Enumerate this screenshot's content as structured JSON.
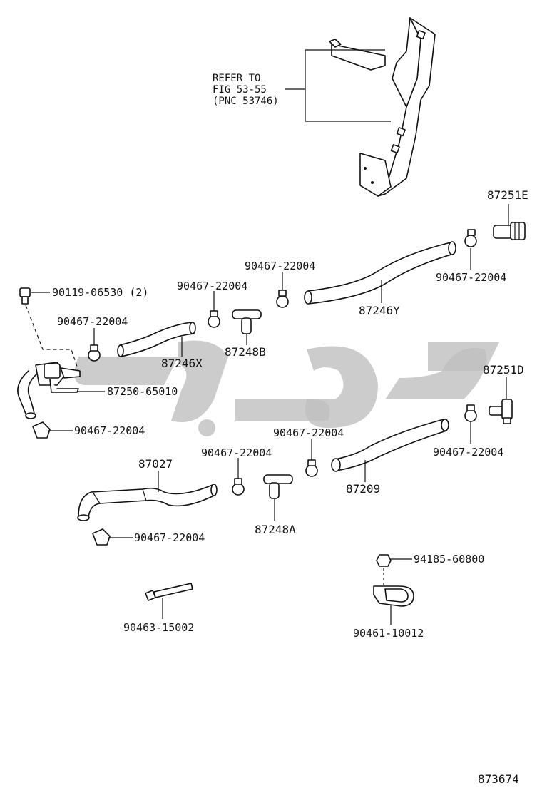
{
  "refer_note": [
    "REFER TO",
    "FIG 53-55",
    "(PNC 53746)"
  ],
  "labels": {
    "p87251E": "87251E",
    "p90467_a": "90467-22004",
    "p87246Y": "87246Y",
    "p90467_b": "90467-22004",
    "p90467_c": "90467-22004",
    "p90119": "90119-06530 (2)",
    "p90467_d": "90467-22004",
    "p87248B": "87248B",
    "p87246X": "87246X",
    "p87250": "87250-65010",
    "p87251D": "87251D",
    "p90467_e": "90467-22004",
    "p90467_f": "90467-22004",
    "p87027": "87027",
    "p90467_g": "90467-22004",
    "p90467_h": "90467-22004",
    "p87209": "87209",
    "p87248A": "87248A",
    "p90467_i": "90467-22004",
    "p94185": "94185-60800",
    "p90463": "90463-15002",
    "p90461": "90461-10012"
  },
  "figure_number": "873674"
}
